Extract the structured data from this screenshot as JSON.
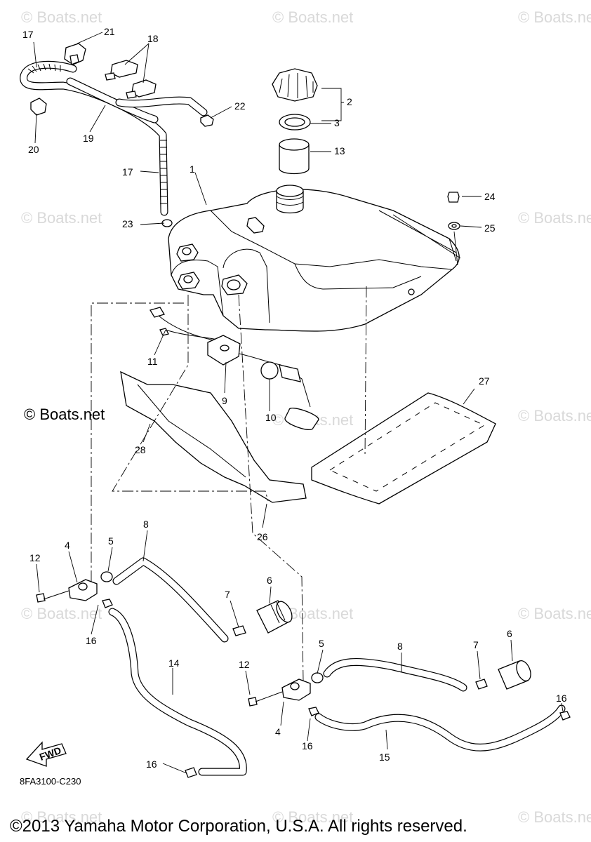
{
  "watermark": "© Boats.net",
  "large_watermark": "© Boats.net",
  "figure_code": "8FA3100-C230",
  "copyright": "©2013 Yamaha Motor Corporation, U.S.A. All rights reserved.",
  "fwd_label": "FWD",
  "callouts": [
    "1",
    "2",
    "3",
    "4",
    "5",
    "6",
    "7",
    "8",
    "9",
    "10",
    "11",
    "12",
    "13",
    "14",
    "15",
    "16",
    "17",
    "18",
    "19",
    "20",
    "21",
    "22",
    "23",
    "24",
    "25",
    "26",
    "27",
    "28"
  ]
}
